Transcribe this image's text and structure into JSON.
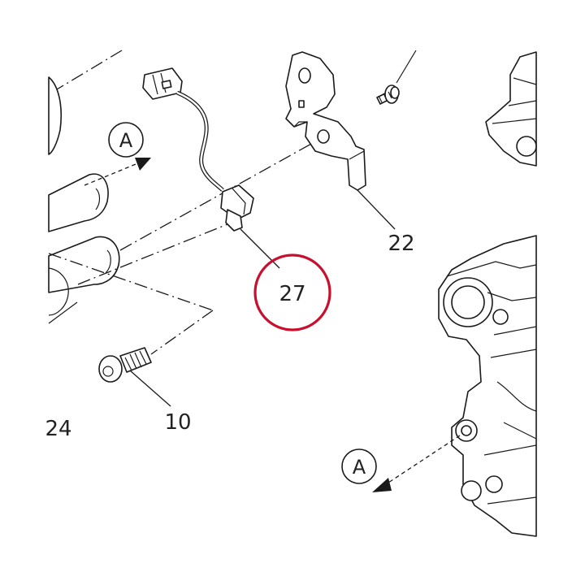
{
  "callouts": {
    "bracket": "22",
    "sensor": "27",
    "bolt": "10",
    "component": "24"
  },
  "view_refs": {
    "upper": "A",
    "lower": "A"
  },
  "highlight": {
    "target": "27",
    "color": "#c8102e"
  }
}
